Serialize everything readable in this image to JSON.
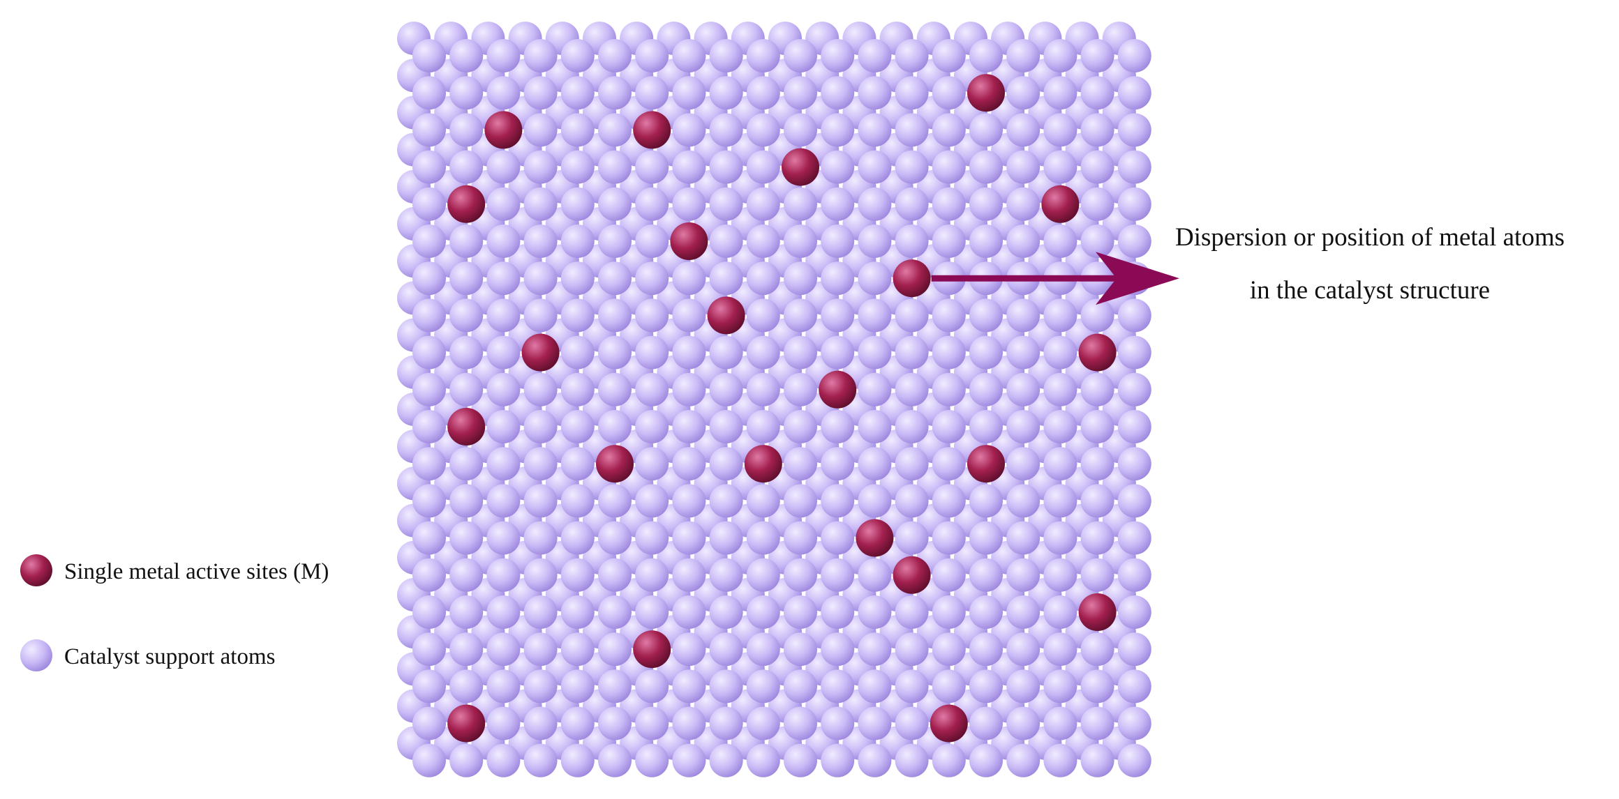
{
  "annotation": {
    "line1": "Dispersion or position of metal atoms",
    "line2": "in the catalyst structure"
  },
  "legend": {
    "metal_label": "Single metal active sites (M)",
    "support_label": "Catalyst support atoms"
  },
  "colors": {
    "support_atom_light": "#f1ecff",
    "support_atom_mid": "#c9b9f6",
    "support_atom_dark": "#9a84dc",
    "metal_atom_light": "#e07aa6",
    "metal_atom_mid": "#a3204f",
    "metal_atom_dark": "#5a0d2a",
    "arrow": "#8a0a55"
  },
  "lattice": {
    "rows": 20,
    "cols": 20,
    "metal_sites": [
      [
        1,
        15
      ],
      [
        2,
        2
      ],
      [
        2,
        6
      ],
      [
        3,
        10
      ],
      [
        4,
        1
      ],
      [
        4,
        17
      ],
      [
        5,
        7
      ],
      [
        6,
        13
      ],
      [
        7,
        8
      ],
      [
        8,
        3
      ],
      [
        8,
        18
      ],
      [
        9,
        11
      ],
      [
        10,
        1
      ],
      [
        11,
        5
      ],
      [
        11,
        9
      ],
      [
        11,
        15
      ],
      [
        13,
        12
      ],
      [
        14,
        13
      ],
      [
        15,
        18
      ],
      [
        16,
        6
      ],
      [
        18,
        1
      ],
      [
        18,
        14
      ]
    ],
    "arrow_from_site": [
      6,
      13
    ]
  }
}
